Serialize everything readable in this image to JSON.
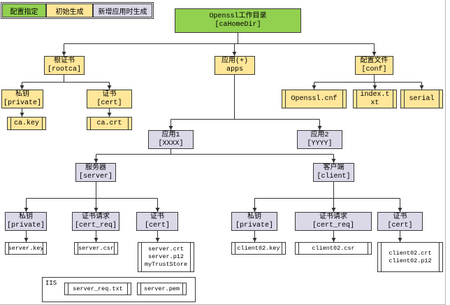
{
  "colors": {
    "configured": "#92d050",
    "initial": "#ffe699",
    "new_app": "#dbd8e8"
  },
  "legend": {
    "configured": "配置指定",
    "initial": "初始生成",
    "new_app": "新增应用时生成"
  },
  "root": {
    "title": "Openssl工作目录",
    "dir": "[caHomeDir]"
  },
  "rootca": {
    "title": "根证书",
    "dir": "[rootca]",
    "private": {
      "title": "私钥",
      "dir": "[private]",
      "files": [
        "ca.key"
      ]
    },
    "cert": {
      "title": "证书",
      "dir": "[cert]",
      "files": [
        "ca.crt"
      ]
    }
  },
  "apps": {
    "title": "应用(+)",
    "dir": "apps",
    "app1": {
      "title": "应用1",
      "dir": "[XXXX]",
      "server": {
        "title": "服务器",
        "dir": "[server]",
        "private": {
          "title": "私钥",
          "dir": "[private]",
          "files": [
            "server.key"
          ]
        },
        "cert_req": {
          "title": "证书请求",
          "dir": "[cert_req]",
          "files": [
            "server.csr"
          ]
        },
        "cert": {
          "title": "证书",
          "dir": "[cert]",
          "files": [
            "server.crt",
            "server.p12",
            "myTrustStore"
          ]
        }
      },
      "client": {
        "title": "客户端",
        "dir": "[client]",
        "private": {
          "title": "私钥",
          "dir": "[private]",
          "files": [
            "client02.key"
          ]
        },
        "cert_req": {
          "title": "证书请求",
          "dir": "[cert_req]",
          "files": [
            "client02.csr"
          ]
        },
        "cert": {
          "title": "证书",
          "dir": "[cert]",
          "files": [
            "client02.crt",
            "client02.p12"
          ]
        }
      }
    },
    "app2": {
      "title": "应用2",
      "dir": "[YYYY]"
    }
  },
  "conf": {
    "title": "配置文件",
    "dir": "[conf]",
    "files": [
      "Openssl.cnf",
      "index.txt",
      "serial"
    ]
  },
  "iis": {
    "label": "IIS",
    "files": [
      "server_req.txt",
      "server.pem"
    ]
  }
}
